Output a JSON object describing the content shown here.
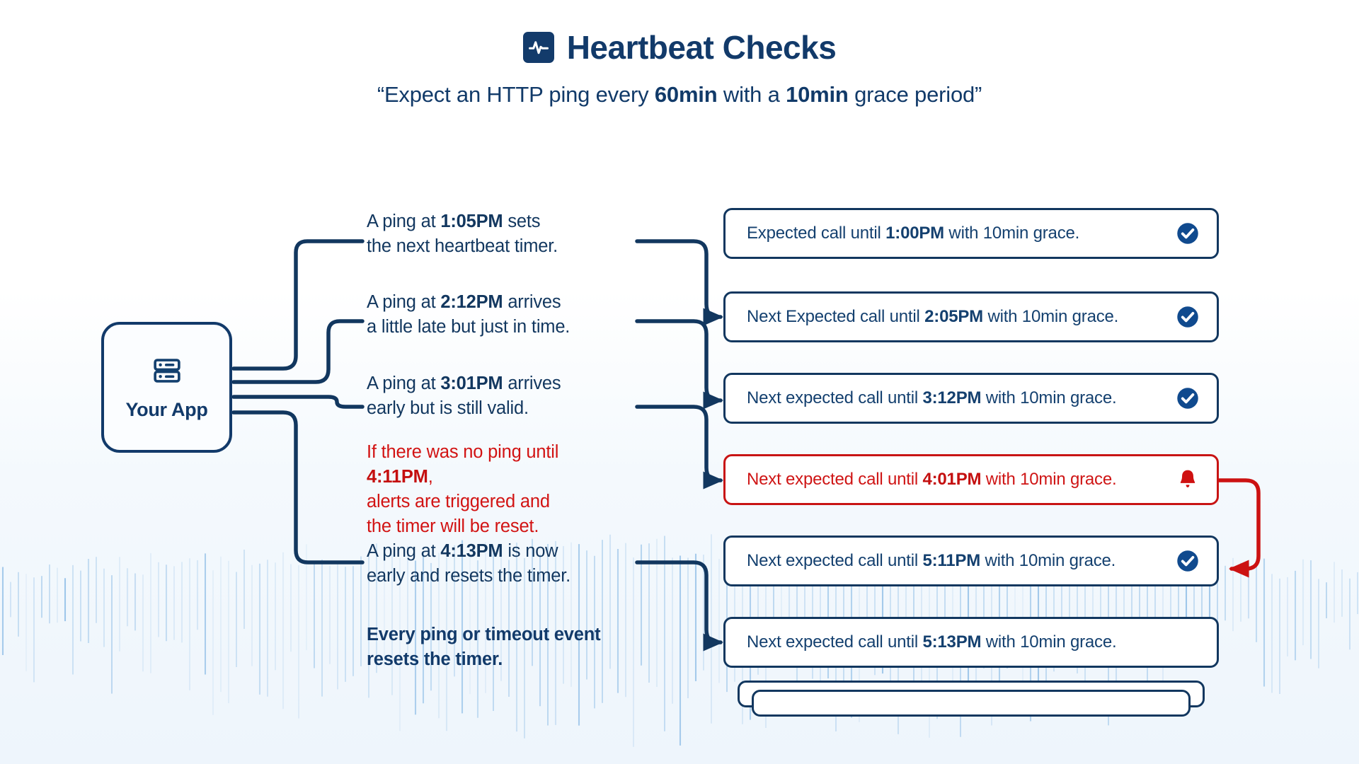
{
  "header": {
    "brand_icon": "heartbeat-pulse-icon",
    "title": "Heartbeat Checks",
    "subtitle_prefix": "“Expect an HTTP ping every ",
    "subtitle_bold_1": "60min",
    "subtitle_middle": " with a ",
    "subtitle_bold_2": "10min",
    "subtitle_suffix": " grace period”"
  },
  "colors": {
    "navy": "#12375f",
    "navy_title": "#123a6a",
    "red": "#c81414",
    "card_bg": "#ffffff",
    "page_bg": "#eef5fc"
  },
  "app_node": {
    "icon": "server-icon",
    "label": "Your App"
  },
  "events": [
    {
      "id": "event-ping-105pm",
      "tone": "normal",
      "line1_prefix": "A ping at ",
      "line1_bold": "1:05PM",
      "line1_suffix": " sets",
      "line2": "the next heartbeat timer."
    },
    {
      "id": "event-ping-212pm",
      "tone": "normal",
      "line1_prefix": "A ping at ",
      "line1_bold": "2:12PM",
      "line1_suffix": " arrives",
      "line2": "a little late but just in time."
    },
    {
      "id": "event-ping-301pm",
      "tone": "normal",
      "line1_prefix": " A ping at ",
      "line1_bold": "3:01PM",
      "line1_suffix": " arrives",
      "line2": " early but is still valid."
    },
    {
      "id": "event-no-ping-411pm",
      "tone": "alert",
      "line1_prefix": "If there was no ping until ",
      "line1_bold": "4:11PM",
      "line1_suffix": ",",
      "line2": "alerts are triggered and",
      "line3": "the timer will be reset."
    },
    {
      "id": "event-ping-413pm",
      "tone": "normal",
      "line1_prefix": "A ping at ",
      "line1_bold": "4:13PM",
      "line1_suffix": " is now",
      "line2": "early and resets the timer."
    },
    {
      "id": "event-summary",
      "tone": "summary",
      "line1_prefix": "Every ping or timeout event",
      "line1_bold": "",
      "line1_suffix": "",
      "line2": "resets the timer."
    }
  ],
  "cards": [
    {
      "id": "card-1-00pm",
      "tone": "normal",
      "prefix": "Expected call until ",
      "time": "1:00PM",
      "suffix": " with 10min grace.",
      "icon": "check-circle-icon"
    },
    {
      "id": "card-2-05pm",
      "tone": "normal",
      "prefix": "Next Expected call until ",
      "time": "2:05PM",
      "suffix": " with 10min grace.",
      "icon": "check-circle-icon"
    },
    {
      "id": "card-3-12pm",
      "tone": "normal",
      "prefix": "Next expected call until ",
      "time": "3:12PM",
      "suffix": " with 10min grace.",
      "icon": "check-circle-icon"
    },
    {
      "id": "card-4-01pm",
      "tone": "alert",
      "prefix": "Next expected call until ",
      "time": "4:01PM",
      "suffix": " with 10min grace.",
      "icon": "bell-alert-icon"
    },
    {
      "id": "card-5-11pm",
      "tone": "normal",
      "prefix": "Next expected call until ",
      "time": "5:11PM",
      "suffix": " with 10min grace.",
      "icon": "check-circle-icon"
    },
    {
      "id": "card-5-13pm",
      "tone": "normal",
      "prefix": "Next expected call until ",
      "time": "5:13PM",
      "suffix": " with 10min grace.",
      "icon": "none"
    }
  ]
}
